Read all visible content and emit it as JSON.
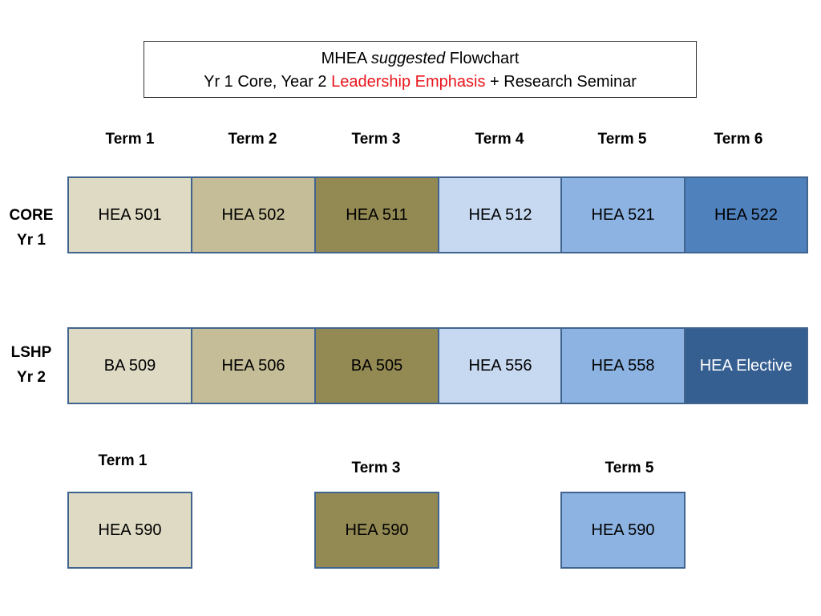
{
  "title": {
    "line1_a": "MHEA",
    "line1_b": "suggested",
    "line1_c": "Flowchart",
    "line2_a": "Yr 1 Core, Year 2",
    "line2_b": "Leadership Emphasis",
    "line2_c": "+ Research Seminar"
  },
  "terms_top": [
    "Term 1",
    "Term 2",
    "Term 3",
    "Term 4",
    "Term 5",
    "Term 6"
  ],
  "rows": [
    {
      "label_line1": "CORE",
      "label_line2": "Yr 1",
      "courses": [
        "HEA 501",
        "HEA 502",
        "HEA 511",
        "HEA 512",
        "HEA 521",
        "HEA 522"
      ]
    },
    {
      "label_line1": "LSHP",
      "label_line2": "Yr 2",
      "courses": [
        "BA 509",
        "HEA 506",
        "BA 505",
        "HEA 556",
        "HEA 558",
        "HEA Elective"
      ]
    }
  ],
  "seminar": {
    "terms": [
      "Term 1",
      "Term 3",
      "Term 5"
    ],
    "courses": [
      "HEA 590",
      "HEA 590",
      "HEA 590"
    ]
  },
  "colors": {
    "beige_light": "#dedac4",
    "beige": "#c4bd97",
    "olive": "#938953",
    "blue_light": "#c6d9f1",
    "blue": "#8db3e2",
    "blue_medium": "#4f81bd",
    "blue_dark": "#365f91",
    "border": "#41648f",
    "emphasis_red": "#e8151c"
  }
}
